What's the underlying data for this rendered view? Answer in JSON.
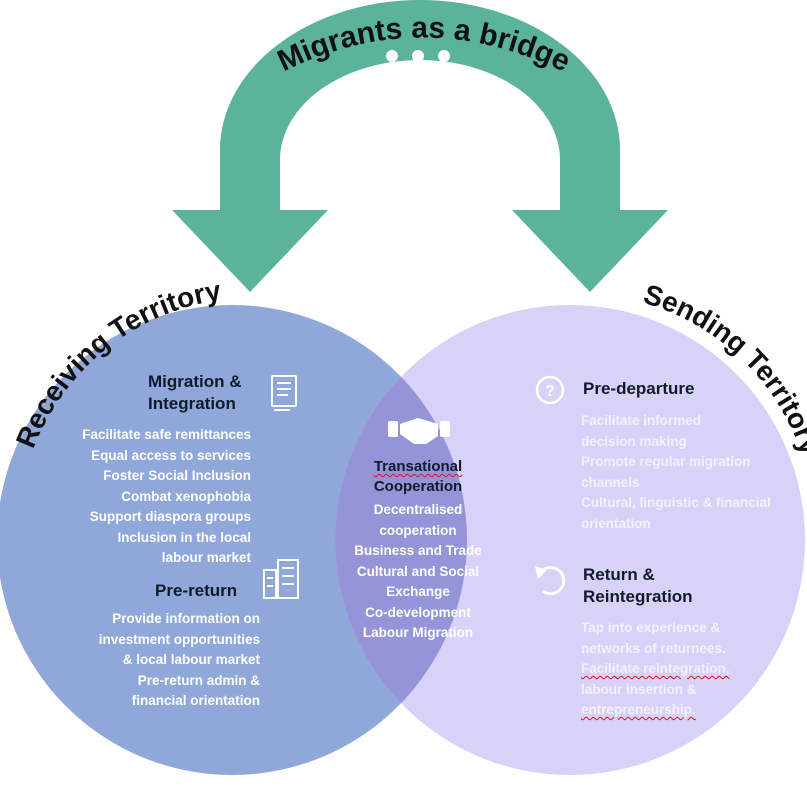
{
  "title": "Migrants as a bridge",
  "left_label": "Receiving Territory",
  "right_label": "Sending Territory",
  "icons": {
    "people": "people-icon",
    "document": "document-icon",
    "buildings": "buildings-icon",
    "handshake": "handshake-icon",
    "question": "question-icon",
    "return": "return-arrow-icon"
  },
  "colors": {
    "arc": "#5bb39b",
    "left_circle": "#8fa8d9",
    "right_circle": "#d8d2f8",
    "overlap": "#9594d8",
    "heading_text": "#0d1b2a"
  },
  "left": {
    "migration": {
      "heading_line1": "Migration &",
      "heading_line2": "Integration",
      "items": [
        "Facilitate safe remittances",
        "Equal access to services",
        "Foster Social Inclusion",
        "Combat xenophobia",
        "Support diaspora groups",
        "Inclusion in the local",
        "labour market"
      ]
    },
    "prereturn": {
      "heading": "Pre-return",
      "items": [
        "Provide information on",
        "investment opportunities",
        "& local labour market",
        "Pre-return admin &",
        "financial orientation"
      ]
    }
  },
  "center": {
    "heading_line1": "Transational",
    "heading_line2": "Cooperation",
    "items": [
      "Decentralised",
      "cooperation",
      "Business and Trade",
      "Cultural and Social",
      "Exchange",
      "Co-development",
      "Labour Migration"
    ]
  },
  "right": {
    "predeparture": {
      "heading": "Pre-departure",
      "items": [
        "Facilitate informed",
        "decision making",
        "Promote regular migration",
        "channels",
        "Cultural, linguistic & financial",
        "orientation"
      ]
    },
    "return": {
      "heading_line1": "Return &",
      "heading_line2": "Reintegration",
      "items": [
        "Tap into experience &",
        "networks of returnees.",
        "Facilitate reintegration,",
        "labour insertion &",
        "entrepreneurship."
      ]
    }
  }
}
